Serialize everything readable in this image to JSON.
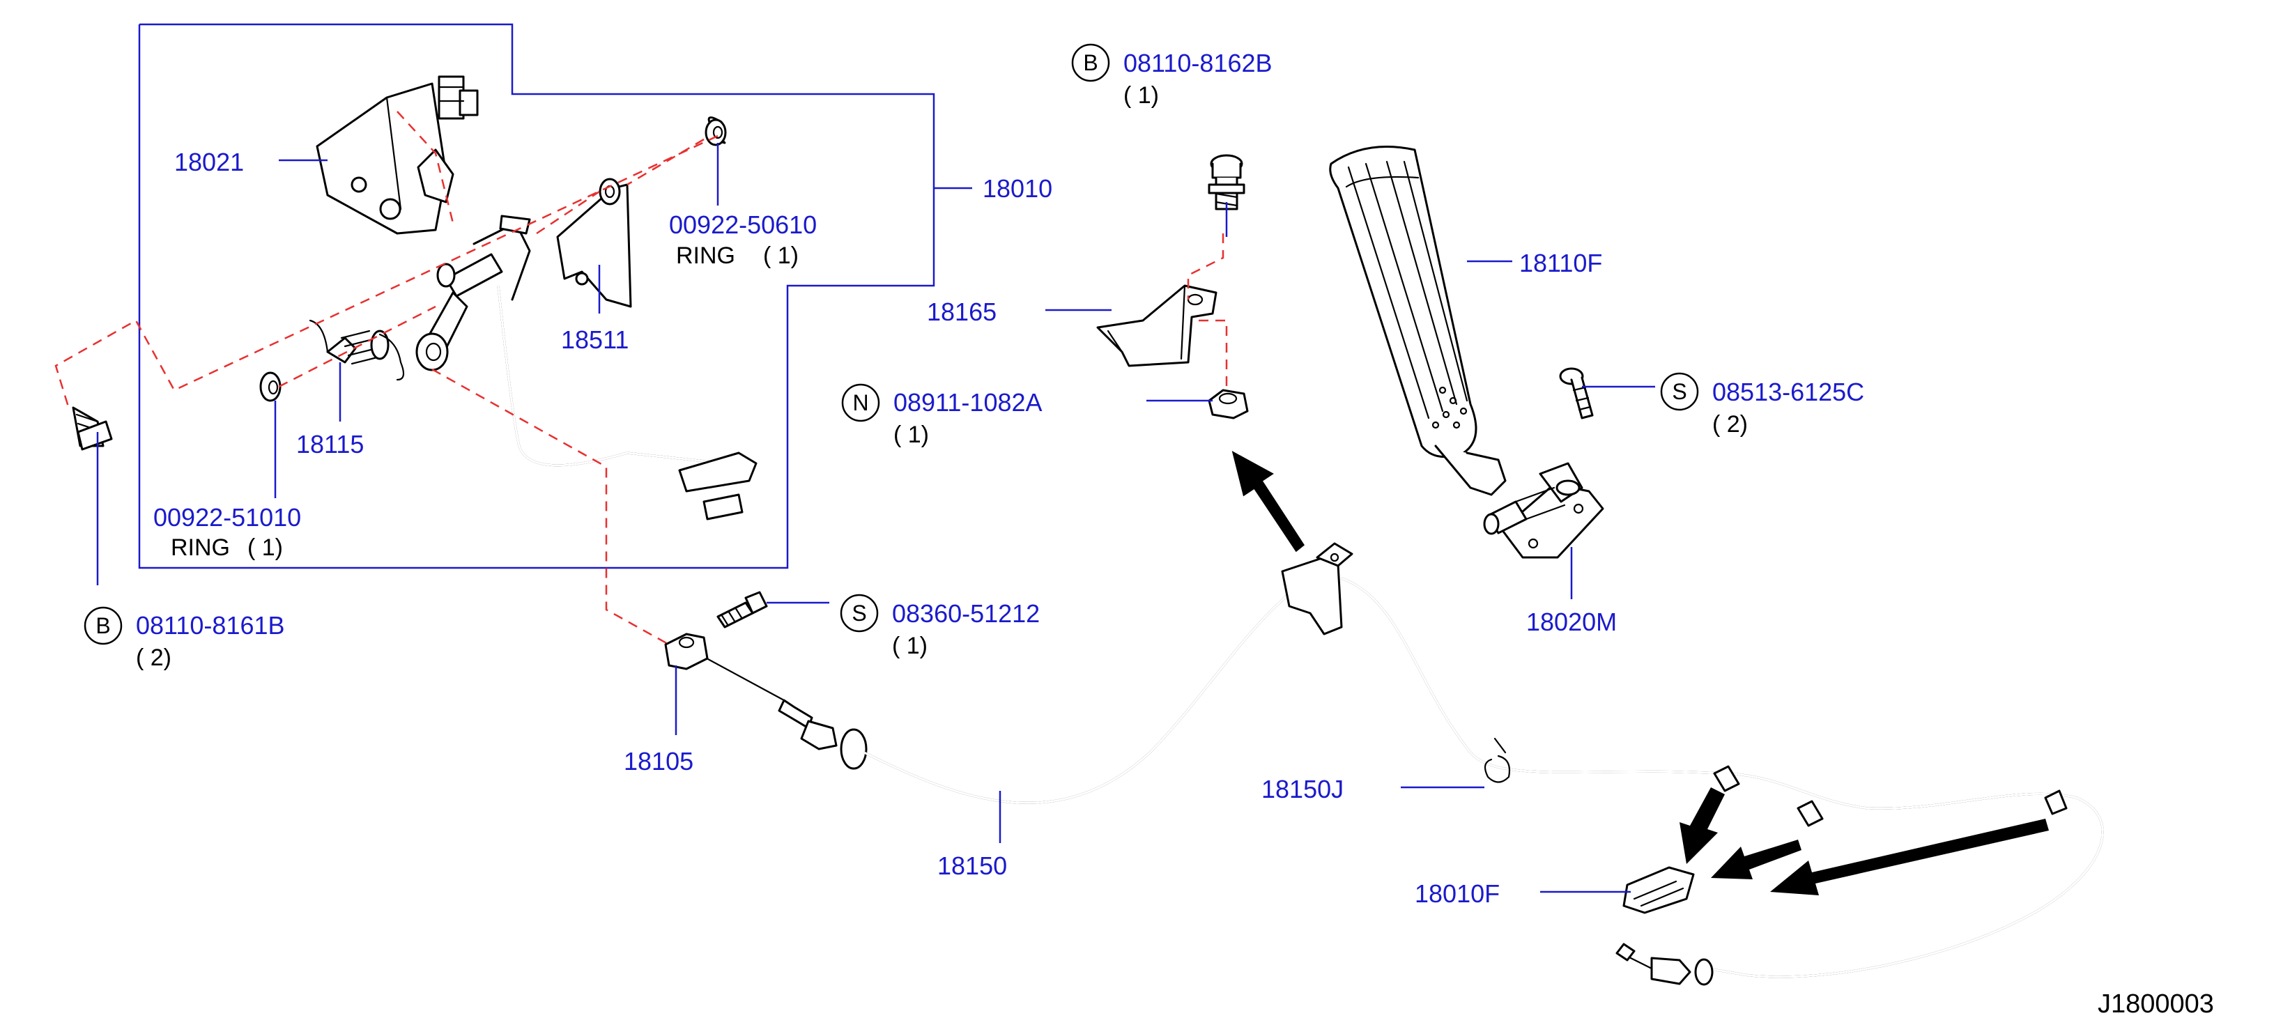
{
  "diagram_code": "J1800003",
  "labels": {
    "p18021": "18021",
    "p18010": "18010",
    "p18511": "18511",
    "p18115": "18115",
    "p18105": "18105",
    "p18150": "18150",
    "p18150J": "18150J",
    "p18010F": "18010F",
    "p18165": "18165",
    "p18110F": "18110F",
    "p18020M": "18020M"
  },
  "callouts": {
    "ring_upper": {
      "number": "00922-50610",
      "desc": "RING",
      "qty": "( 1)"
    },
    "ring_lower": {
      "number": "00922-51010",
      "desc": "RING",
      "qty": "( 1)"
    },
    "bolt_left": {
      "symbol": "B",
      "number": "08110-8161B",
      "qty": "( 2)"
    },
    "bolt_top": {
      "symbol": "B",
      "number": "08110-8162B",
      "qty": "( 1)"
    },
    "nut": {
      "symbol": "N",
      "number": "08911-1082A",
      "qty": "( 1)"
    },
    "screw_pedal": {
      "symbol": "S",
      "number": "08513-6125C",
      "qty": "( 2)"
    },
    "screw_cable": {
      "symbol": "S",
      "number": "08360-51212",
      "qty": "( 1)"
    }
  }
}
